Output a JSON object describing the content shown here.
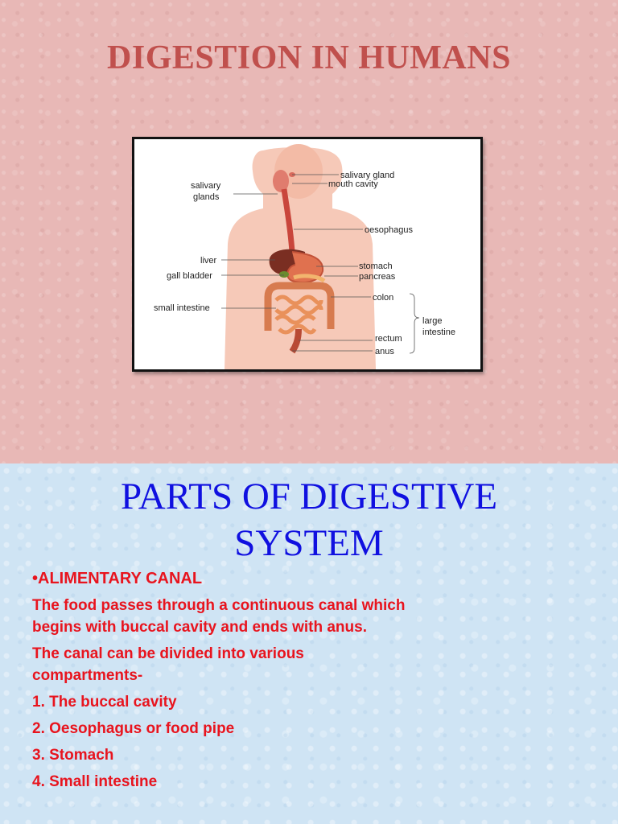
{
  "slide1": {
    "title": "DIGESTION IN HUMANS",
    "figure": {
      "labels": {
        "salivary_glands_left": [
          "salivary",
          "glands"
        ],
        "salivary_gland": "salivary gland",
        "mouth_cavity": "mouth cavity",
        "oesophagus": "oesophagus",
        "liver": "liver",
        "stomach": "stomach",
        "gall_bladder": "gall bladder",
        "pancreas": "pancreas",
        "colon": "colon",
        "small_intestine": "small intestine",
        "large_intestine": [
          "large",
          "intestine"
        ],
        "rectum": "rectum",
        "anus": "anus"
      }
    }
  },
  "slide2": {
    "title_line1": "PARTS OF DIGESTIVE",
    "title_line2": "SYSTEM",
    "heading": "•ALIMENTARY CANAL",
    "para1": "The food passes through a continuous canal which begins with buccal cavity and ends with anus.",
    "para2": "The canal can be divided into various compartments-",
    "items": [
      "1.  The buccal cavity",
      "2. Oesophagus or food  pipe",
      "3. Stomach",
      "4. Small intestine"
    ]
  }
}
